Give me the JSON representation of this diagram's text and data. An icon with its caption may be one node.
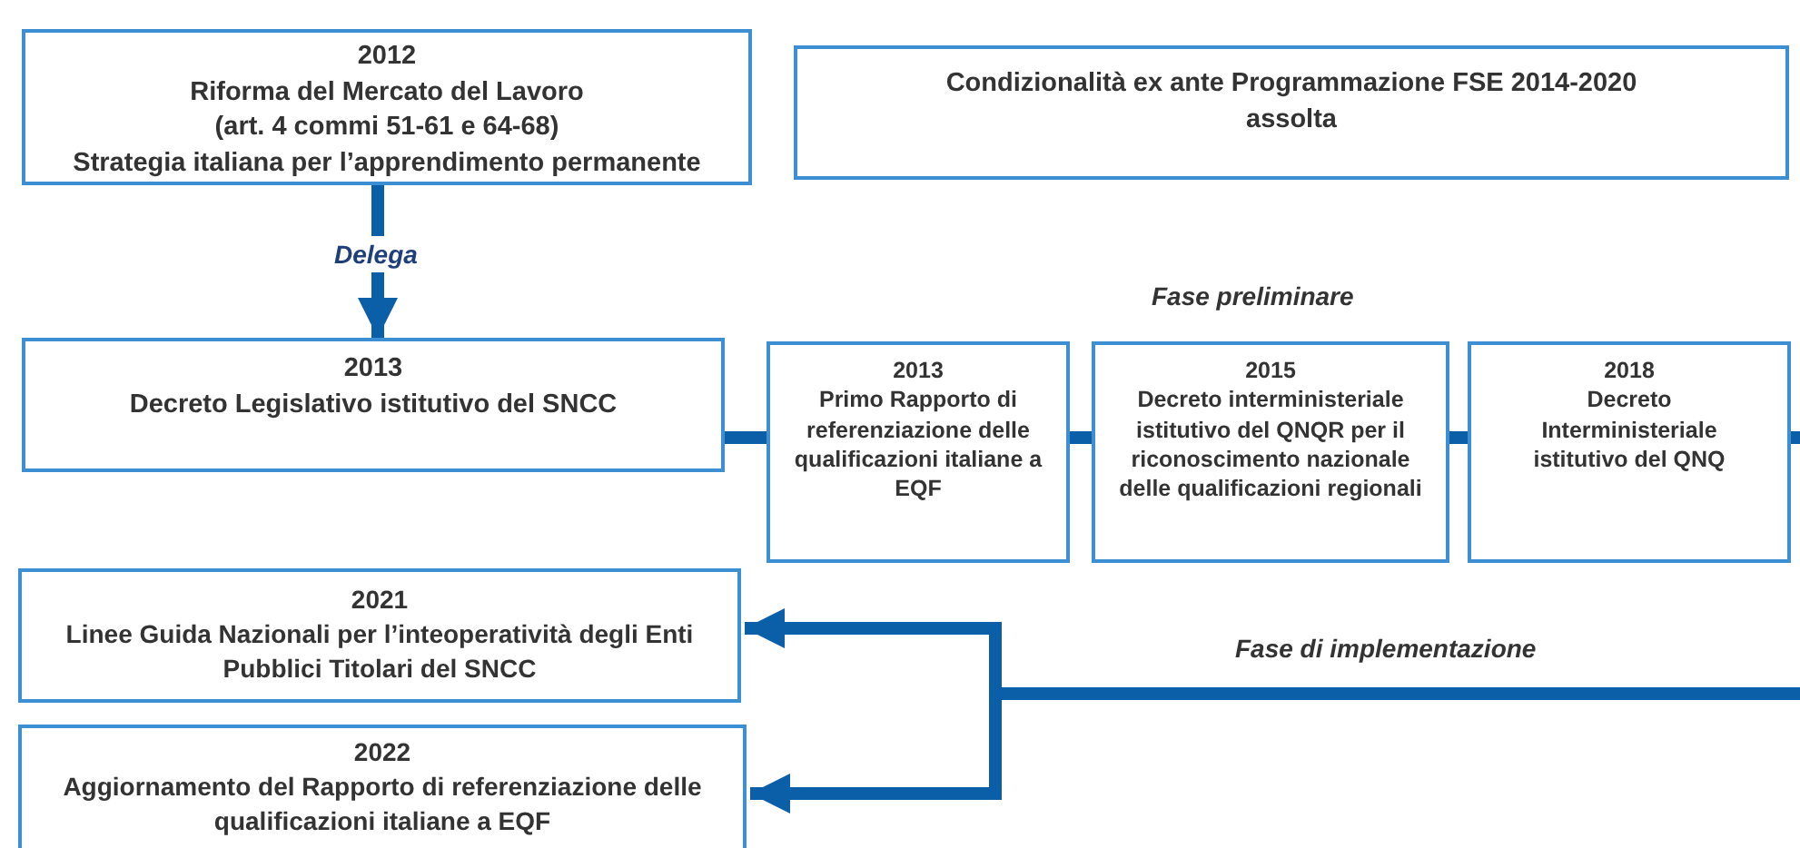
{
  "diagram": {
    "nodes": [
      {
        "text": [
          "2012",
          "Riforma del Mercato del Lavoro",
          "(art. 4 commi 51-61 e 64-68)",
          "Strategia italiana per l’apprendimento permanente"
        ]
      },
      {
        "text": [
          "Condizionalità ex ante Programmazione FSE 2014-2020 assolta"
        ]
      },
      {
        "text": [
          "2013",
          "Decreto Legislativo istitutivo del SNCC"
        ]
      },
      {
        "text": [
          "2013",
          "Primo Rapporto di referenziazione delle qualificazioni italiane a EQF"
        ]
      },
      {
        "text": [
          "2015",
          "Decreto interministeriale istitutivo del QNQR per il riconoscimento nazionale delle qualificazioni regionali"
        ]
      },
      {
        "text": [
          "2018",
          "Decreto Interministeriale istitutivo del QNQ"
        ]
      },
      {
        "text": [
          "2021",
          "Linee Guida Nazionali per l’inteoperatività degli Enti Pubblici Titolari del SNCC"
        ]
      },
      {
        "text": [
          "2022",
          "Aggiornamento del Rapporto di referenziazione delle qualificazioni italiane a EQF"
        ]
      }
    ],
    "edges": [
      {
        "from": 0,
        "to": 2,
        "arrow": "to",
        "label": "Delega"
      },
      {
        "from": 2,
        "to": 3,
        "arrow": "none"
      },
      {
        "from": 3,
        "to": 4,
        "arrow": "none"
      },
      {
        "from": 4,
        "to": 5,
        "arrow": "none"
      },
      {
        "from": 5,
        "to": null,
        "arrow": "none"
      },
      {
        "from": null,
        "to": 6,
        "arrow": "to"
      },
      {
        "from": null,
        "to": 7,
        "arrow": "to"
      }
    ],
    "labels": [
      "Fase preliminare",
      "Fase di implementazione"
    ]
  }
}
